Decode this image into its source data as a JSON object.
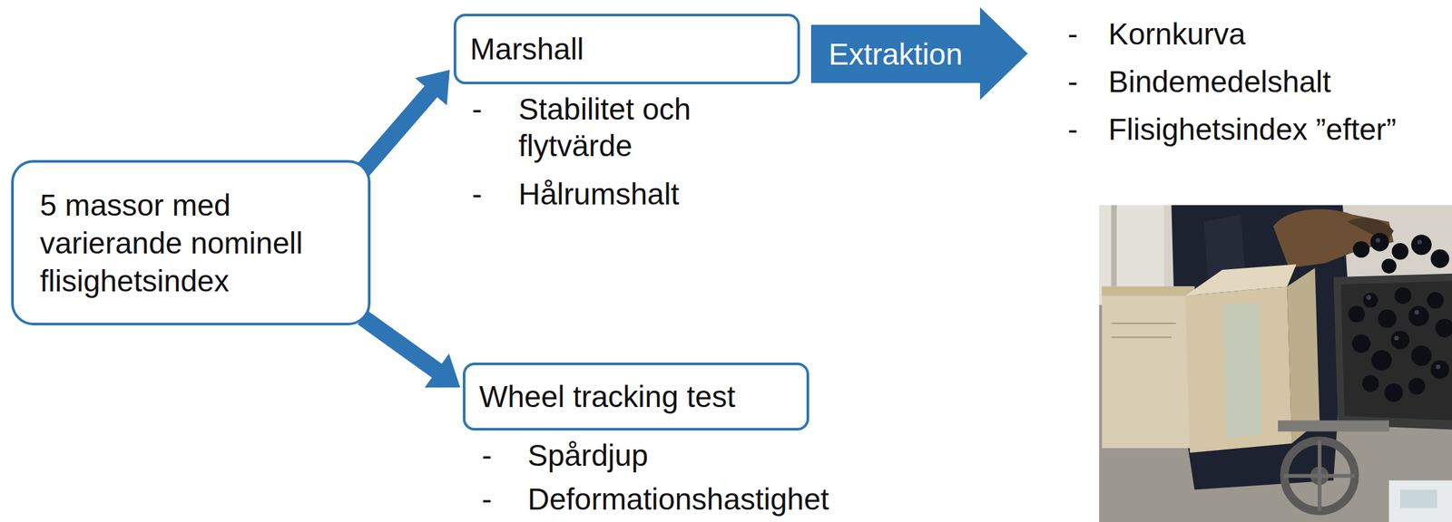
{
  "diagram": {
    "nodes": [
      {
        "text": [
          "5 massor med varierande nominell flisighetsindex"
        ]
      },
      {
        "text": [
          "Marshall"
        ]
      },
      {
        "text": [
          "Extraktion"
        ]
      },
      {
        "text": [
          "Wheel tracking test"
        ]
      }
    ],
    "edges": [
      {
        "from": 0,
        "to": 1,
        "arrow": "to"
      },
      {
        "from": 0,
        "to": 3,
        "arrow": "to"
      }
    ],
    "labels": [
      "-",
      "Stabilitet och flytvärde",
      "-",
      "Hålrumshalt",
      "-",
      "Kornkurva",
      "-",
      "Bindemedelshalt",
      "-",
      "Flisighetsindex ”efter”",
      "-",
      "Spårdjup",
      "-",
      "Deformationshastighet"
    ]
  }
}
